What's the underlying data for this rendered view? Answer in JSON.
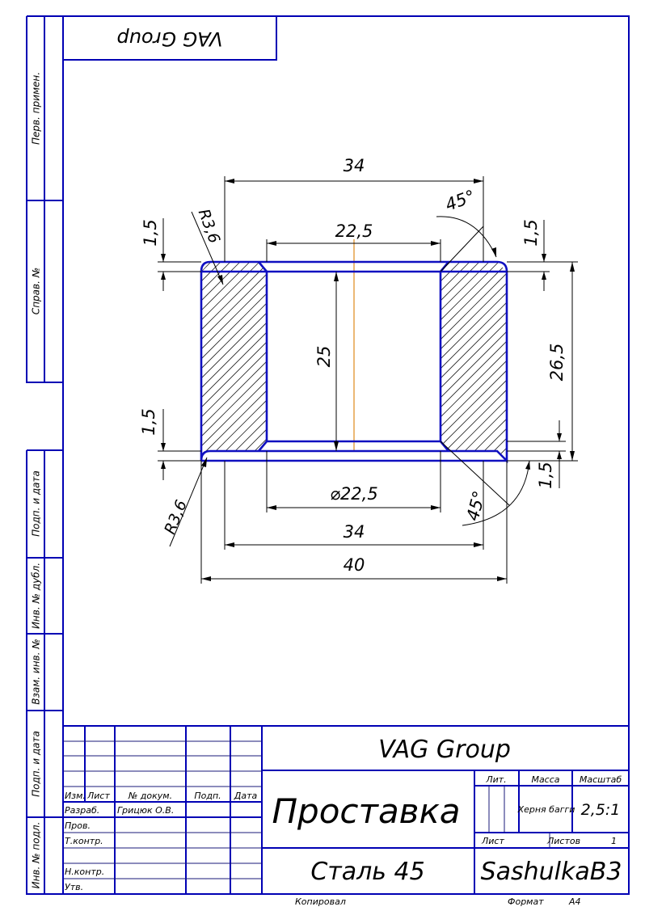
{
  "corner_stamp": {
    "text": "VAG Group"
  },
  "side_labels": {
    "perv_primen": "Перв. примен.",
    "sprav_no": "Справ. №",
    "podp_data_1": "Подп. и дата",
    "inv_dubl": "Инв. № дубл.",
    "vzam_inv": "Взам. инв. №",
    "podp_data_2": "Подп. и дата",
    "inv_podl": "Инв. № подл."
  },
  "dimensions": {
    "top_34": "34",
    "top_22_5": "22,5",
    "angle_top": "45°",
    "r_top": "R3,6",
    "chamfer_tl": "1,5",
    "chamfer_tr": "1,5",
    "inner_25": "25",
    "right_26_5": "26,5",
    "chamfer_bl": "1,5",
    "chamfer_br": "1,5",
    "dia_22_5": "⌀22,5",
    "angle_bot": "45°",
    "r_bot": "R3,6",
    "bot_34": "34",
    "bot_40": "40"
  },
  "title_block": {
    "company": "VAG Group",
    "part_name": "Проставка",
    "material": "Сталь 45",
    "doc_code": "SashulkaB3",
    "headers": {
      "izm": "Изм.",
      "list": "Лист",
      "doc_no": "№ докум.",
      "podp": "Подп.",
      "data": "Дата"
    },
    "rows": {
      "razrab": "Разраб.",
      "razrab_name": "Грицюк О.В.",
      "prov": "Пров.",
      "tkontr": "Т.контр.",
      "nkontr": "Н.контр.",
      "utv": "Утв."
    },
    "lit": "Лит.",
    "massa": "Масса",
    "massa_value": "Херня багги",
    "masshtab": "Масштаб",
    "masshtab_value": "2,5:1",
    "list_label": "Лист",
    "listov_label": "Листов",
    "listov_value": "1"
  },
  "footer": {
    "kopiroval": "Копировал",
    "format": "Формат",
    "format_value": "A4"
  }
}
